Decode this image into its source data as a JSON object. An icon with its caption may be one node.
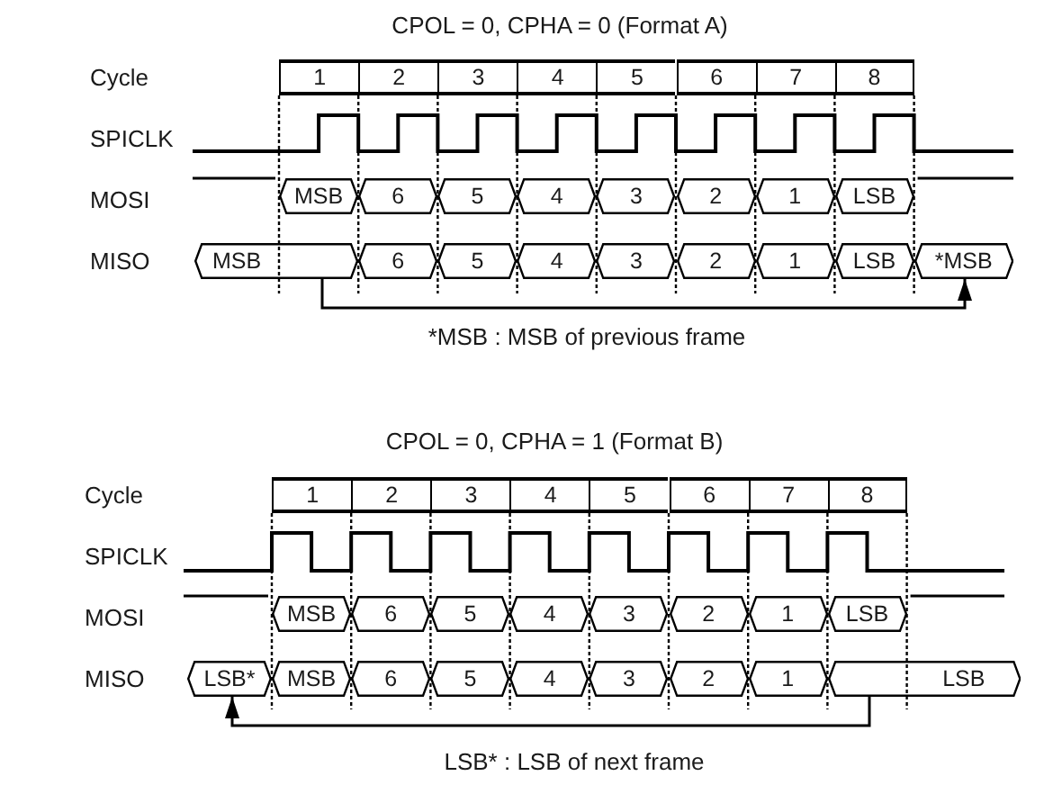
{
  "diagram": {
    "nodes": [
      {
        "text": [
          "1"
        ]
      },
      {
        "text": [
          "2"
        ]
      },
      {
        "text": [
          "3"
        ]
      },
      {
        "text": [
          "4"
        ]
      },
      {
        "text": [
          "5"
        ]
      },
      {
        "text": [
          "6"
        ]
      },
      {
        "text": [
          "7"
        ]
      },
      {
        "text": [
          "8"
        ]
      },
      {
        "text": [
          "MSB"
        ]
      },
      {
        "text": [
          "6"
        ]
      },
      {
        "text": [
          "5"
        ]
      },
      {
        "text": [
          "4"
        ]
      },
      {
        "text": [
          "3"
        ]
      },
      {
        "text": [
          "2"
        ]
      },
      {
        "text": [
          "1"
        ]
      },
      {
        "text": [
          "LSB"
        ]
      },
      {
        "text": [
          "MSB"
        ]
      },
      {
        "text": [
          "6"
        ]
      },
      {
        "text": [
          "5"
        ]
      },
      {
        "text": [
          "4"
        ]
      },
      {
        "text": [
          "3"
        ]
      },
      {
        "text": [
          "2"
        ]
      },
      {
        "text": [
          "1"
        ]
      },
      {
        "text": [
          "LSB"
        ]
      },
      {
        "text": [
          "*MSB"
        ]
      },
      {
        "text": [
          "1"
        ]
      },
      {
        "text": [
          "2"
        ]
      },
      {
        "text": [
          "3"
        ]
      },
      {
        "text": [
          "4"
        ]
      },
      {
        "text": [
          "5"
        ]
      },
      {
        "text": [
          "6"
        ]
      },
      {
        "text": [
          "7"
        ]
      },
      {
        "text": [
          "8"
        ]
      },
      {
        "text": [
          "MSB"
        ]
      },
      {
        "text": [
          "6"
        ]
      },
      {
        "text": [
          "5"
        ]
      },
      {
        "text": [
          "4"
        ]
      },
      {
        "text": [
          "3"
        ]
      },
      {
        "text": [
          "2"
        ]
      },
      {
        "text": [
          "1"
        ]
      },
      {
        "text": [
          "LSB"
        ]
      },
      {
        "text": [
          "LSB*"
        ]
      },
      {
        "text": [
          "MSB"
        ]
      },
      {
        "text": [
          "6"
        ]
      },
      {
        "text": [
          "5"
        ]
      },
      {
        "text": [
          "4"
        ]
      },
      {
        "text": [
          "3"
        ]
      },
      {
        "text": [
          "2"
        ]
      },
      {
        "text": [
          "1"
        ]
      },
      {
        "text": [
          "LSB"
        ]
      }
    ],
    "edges": [
      {
        "from": 16,
        "to": 24,
        "arrow": "to"
      },
      {
        "from": 49,
        "to": 41,
        "arrow": "to"
      }
    ],
    "labels": [
      "CPOL = 0, CPHA = 0 (Format A)",
      "Cycle",
      "SPICLK",
      "MOSI",
      "MISO",
      "*MSB : MSB of previous frame",
      "CPOL = 0, CPHA = 1 (Format B)",
      "Cycle",
      "SPICLK",
      "MOSI",
      "MISO",
      "LSB* : LSB of next frame"
    ]
  }
}
